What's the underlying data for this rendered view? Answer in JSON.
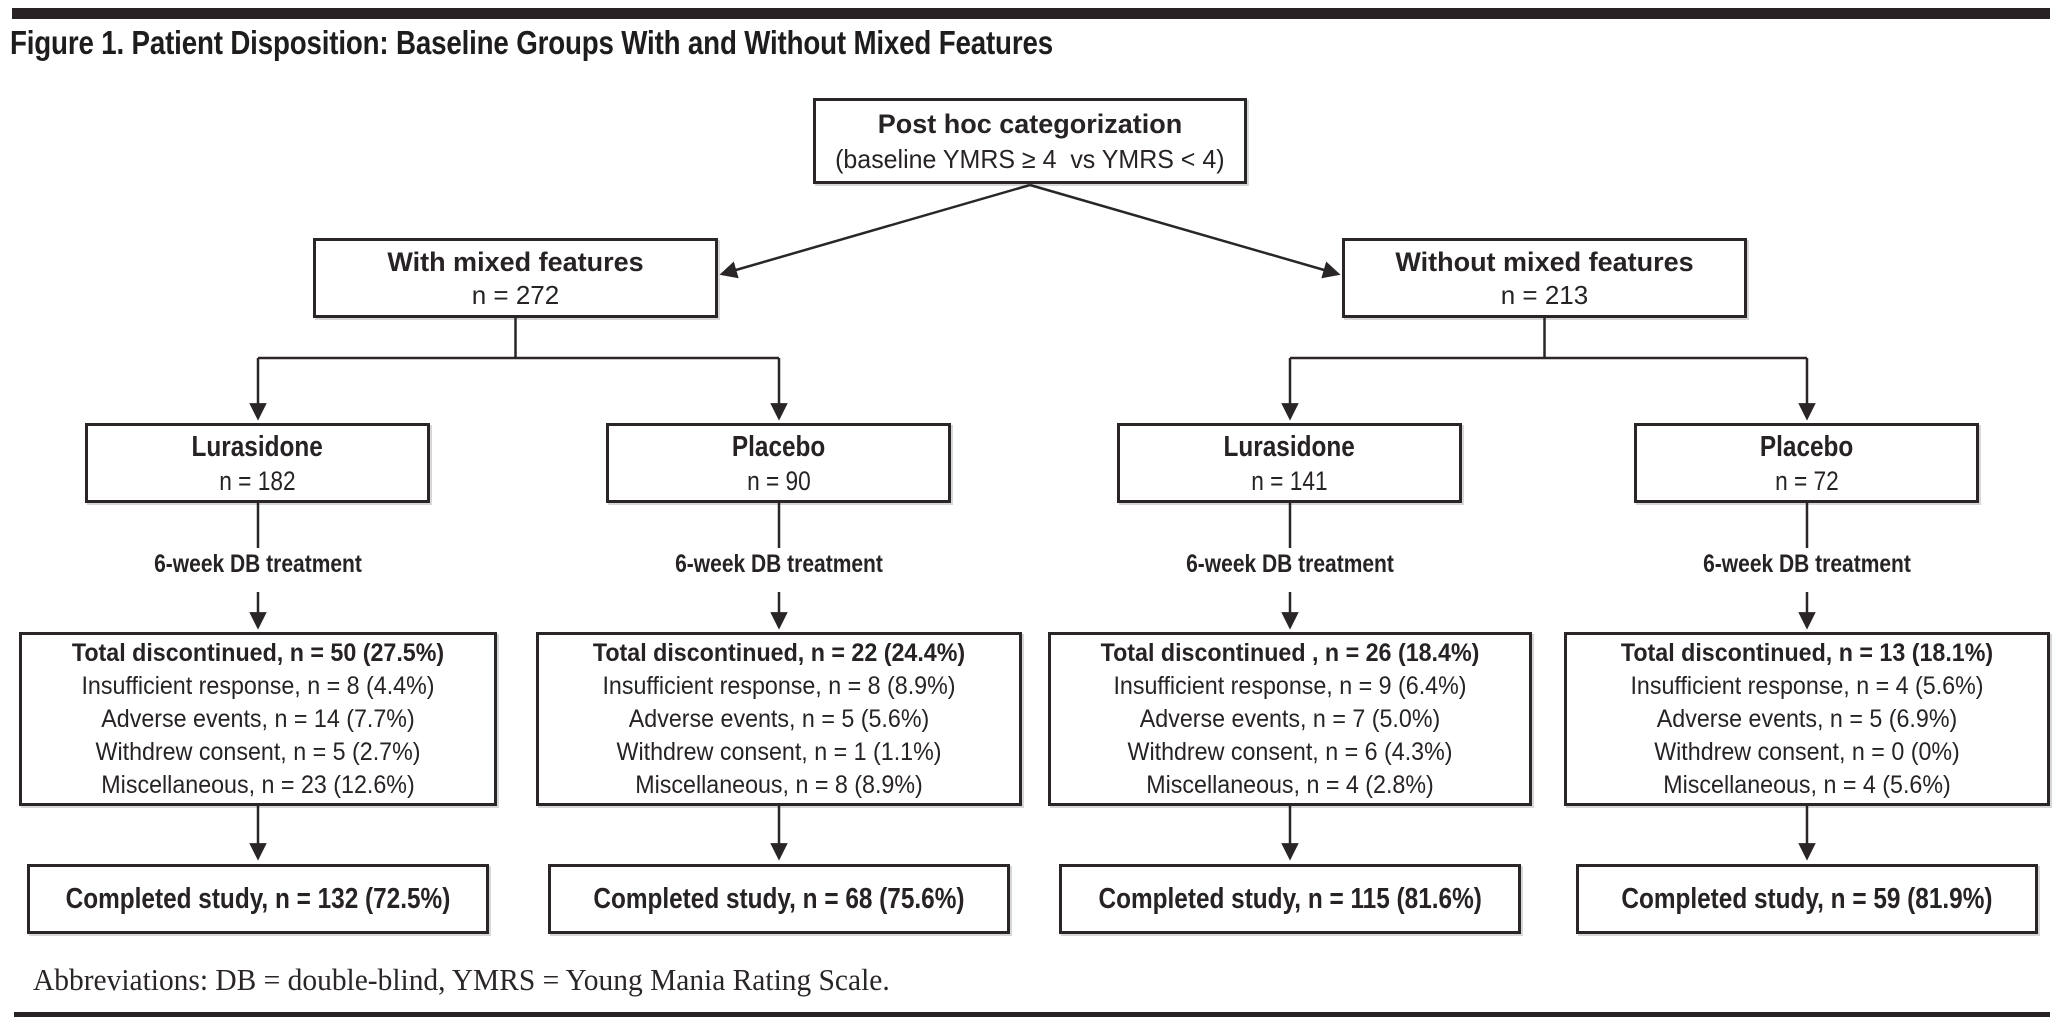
{
  "page": {
    "title": "Figure 1. Patient Disposition: Baseline Groups With and Without Mixed Features",
    "abbreviations": "Abbreviations: DB = double-blind, YMRS = Young Mania Rating Scale."
  },
  "root_box": {
    "line1": "Post hoc categorization",
    "line2": "(baseline YMRS ≥ 4  vs YMRS < 4)"
  },
  "groups": [
    {
      "label": "With mixed features",
      "n": "n = 272"
    },
    {
      "label": "Without mixed features",
      "n": "n = 213"
    }
  ],
  "arms": [
    {
      "drug": "Lurasidone",
      "n": "n = 182",
      "treatment": "6-week DB treatment",
      "disc_total": "Total discontinued, n = 50 (27.5%)",
      "disc_reasons": [
        "Insufficient response, n = 8 (4.4%)",
        "Adverse events, n = 14 (7.7%)",
        "Withdrew consent, n = 5 (2.7%)",
        "Miscellaneous, n = 23 (12.6%)"
      ],
      "completed": "Completed study, n = 132 (72.5%)"
    },
    {
      "drug": "Placebo",
      "n": "n = 90",
      "treatment": "6-week DB treatment",
      "disc_total": "Total discontinued, n = 22 (24.4%)",
      "disc_reasons": [
        "Insufficient response, n = 8 (8.9%)",
        "Adverse events, n = 5 (5.6%)",
        "Withdrew consent, n = 1 (1.1%)",
        "Miscellaneous, n = 8 (8.9%)"
      ],
      "completed": "Completed study, n = 68 (75.6%)"
    },
    {
      "drug": "Lurasidone",
      "n": "n = 141",
      "treatment": "6-week DB treatment",
      "disc_total": "Total discontinued , n = 26 (18.4%)",
      "disc_reasons": [
        "Insufficient response, n = 9 (6.4%)",
        "Adverse events, n = 7 (5.0%)",
        "Withdrew consent, n = 6 (4.3%)",
        "Miscellaneous, n = 4 (2.8%)"
      ],
      "completed": "Completed study, n = 115 (81.6%)"
    },
    {
      "drug": "Placebo",
      "n": "n = 72",
      "treatment": "6-week DB treatment",
      "disc_total": "Total discontinued, n = 13 (18.1%)",
      "disc_reasons": [
        "Insufficient response, n = 4 (5.6%)",
        "Adverse events, n = 5 (6.9%)",
        "Withdrew consent, n = 0 (0%)",
        "Miscellaneous, n = 4 (5.6%)"
      ],
      "completed": "Completed study, n = 59 (81.9%)"
    }
  ],
  "colors": {
    "ink": "#2a2627"
  }
}
